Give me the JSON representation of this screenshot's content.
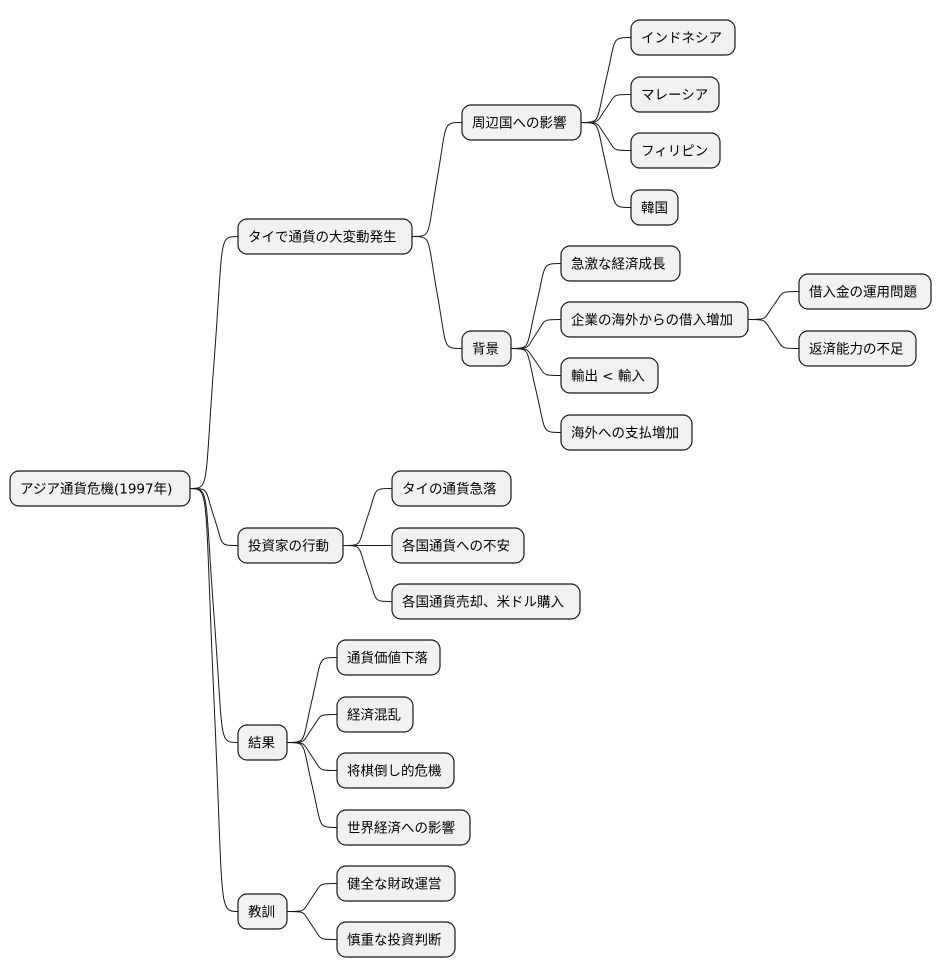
{
  "mindmap": {
    "root": "アジア通貨危機(1997年)",
    "thai": "タイで通貨の大変動発生",
    "neighbors": "周辺国への影響",
    "indonesia": "インドネシア",
    "malaysia": "マレーシア",
    "philippines": "フィリピン",
    "korea": "韓国",
    "background": "背景",
    "rapid_growth": "急激な経済成長",
    "corp_borrowing": "企業の海外からの借入増加",
    "loan_use": "借入金の運用問題",
    "repay_shortage": "返済能力の不足",
    "export_import": "輸出 < 輸入",
    "payments_up": "海外への支払増加",
    "investors": "投資家の行動",
    "thai_drop": "タイの通貨急落",
    "currency_anxiety": "各国通貨への不安",
    "sell_buy_usd": "各国通貨売却、米ドル購入",
    "results": "結果",
    "value_drop": "通貨価値下落",
    "econ_chaos": "経済混乱",
    "domino": "将棋倒し的危機",
    "world_impact": "世界経済への影響",
    "lessons": "教訓",
    "sound_finance": "健全な財政運営",
    "careful_invest": "慎重な投資判断"
  }
}
